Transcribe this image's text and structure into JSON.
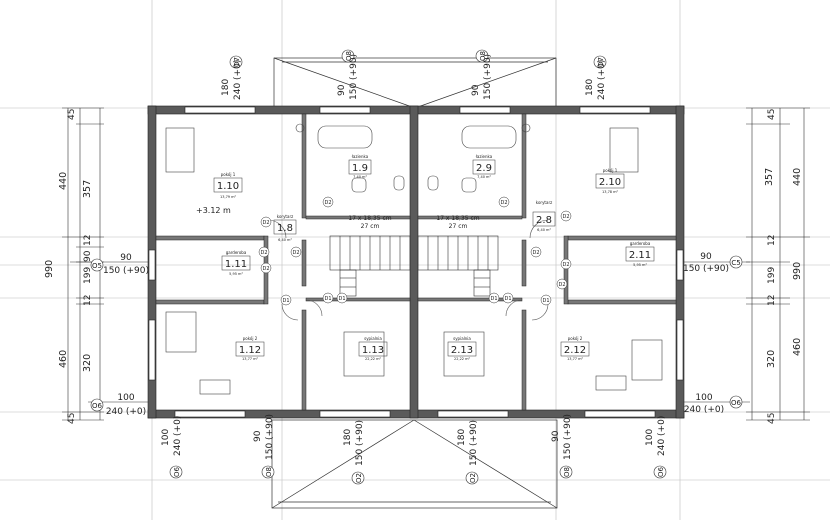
{
  "rooms": [
    {
      "id": "1.10",
      "name": "pokój 1",
      "area": "13,79 m²"
    },
    {
      "id": "1.8",
      "name": "korytarz",
      "area": "6,40 m²"
    },
    {
      "id": "1.9",
      "name": "łazienka",
      "area": "7,40 m²"
    },
    {
      "id": "1.11",
      "name": "garderoba",
      "area": "5,95 m²"
    },
    {
      "id": "1.12",
      "name": "pokój 2",
      "area": "13,77 m²"
    },
    {
      "id": "1.13",
      "name": "sypialnia",
      "area": "22,22 m²"
    },
    {
      "id": "2.9",
      "name": "łazienka",
      "area": "7,40 m²"
    },
    {
      "id": "2.10",
      "name": "pokój 1",
      "area": "13,78 m²"
    },
    {
      "id": "2.8",
      "name": "korytarz",
      "area": "6,40 m²"
    },
    {
      "id": "2.11",
      "name": "garderoba",
      "area": "5,95 m²"
    },
    {
      "id": "2.12",
      "name": "pokój 2",
      "area": "13,77 m²"
    },
    {
      "id": "2.13",
      "name": "sypialnia",
      "area": "22,22 m²"
    }
  ],
  "stairs": {
    "left": {
      "line1": "17 x 18,35 cm",
      "line2": "27 cm"
    },
    "right": {
      "line1": "17 x 18,35 cm",
      "line2": "27 cm"
    }
  },
  "height_note": "+3.12 m",
  "left_dims": {
    "outer": [
      "45",
      "440",
      "990",
      "460",
      "45"
    ],
    "inner": [
      "357",
      "12",
      "90",
      "199",
      "12",
      "320"
    ]
  },
  "right_dims": {
    "outer": [
      "45",
      "440",
      "990",
      "460",
      "45"
    ],
    "inner": [
      "357",
      "12",
      "199",
      "12",
      "320"
    ]
  },
  "window_tags": {
    "o5": {
      "code": "O5",
      "w1": "90",
      "w2": "150 (+90)"
    },
    "c5": {
      "code": "C5",
      "w1": "90",
      "w2": "150 (+90)"
    },
    "o6_left": {
      "code": "O6",
      "w1": "100",
      "w2": "240 (+0)"
    },
    "o6_right": {
      "code": "O6",
      "w1": "100",
      "w2": "240 (+0)"
    }
  },
  "top_tags": [
    {
      "code": "O7",
      "w1": "180",
      "w2": "240 (+0)"
    },
    {
      "code": "O8",
      "w1": "90",
      "w2": "150 (+90)"
    },
    {
      "code": "O8",
      "w1": "90",
      "w2": "150 (+90)"
    },
    {
      "code": "O7",
      "w1": "180",
      "w2": "240 (+0)"
    }
  ],
  "bottom_tags": [
    {
      "code": "O6",
      "w1": "100",
      "w2": "240 (+0)"
    },
    {
      "code": "O8",
      "w1": "90",
      "w2": "150 (+90)"
    },
    {
      "code": "O2",
      "w1": "180",
      "w2": "150 (+90)"
    },
    {
      "code": "O2",
      "w1": "180",
      "w2": "150 (+90)"
    },
    {
      "code": "O8",
      "w1": "90",
      "w2": "150 (+90)"
    },
    {
      "code": "O6",
      "w1": "100",
      "w2": "240 (+0)"
    }
  ],
  "doors": [
    "D2",
    "D2",
    "D2",
    "D2",
    "D2",
    "D1",
    "D1",
    "D1",
    "D2",
    "D2",
    "D2",
    "D2",
    "D2",
    "D1",
    "D1",
    "D1"
  ]
}
